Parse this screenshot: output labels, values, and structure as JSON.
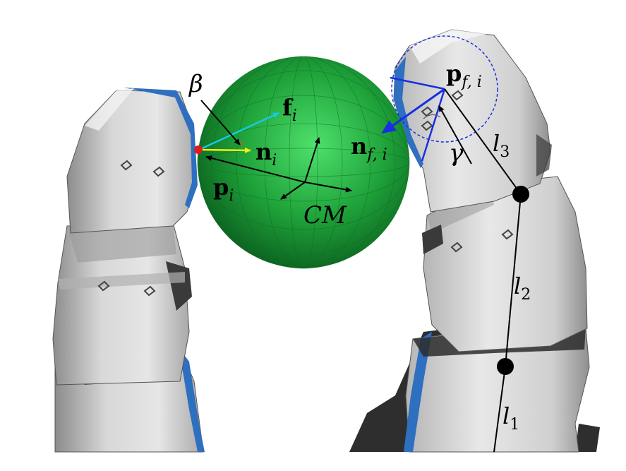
{
  "figure": {
    "colors": {
      "sphere": "#1fa33a",
      "sphere_highlight": "#5fe07a",
      "sphere_shadow": "#0b5f1e",
      "finger_fill": "#c9c9c9",
      "finger_light": "#ededed",
      "finger_dark": "#7a7a7a",
      "finger_blue": "#2e6fc0",
      "contact_point": "#e01b1b",
      "force_arrow": "#17c9e6",
      "normal_arrow": "#f2ee10",
      "cone_lines": "#1a2fe0",
      "link_lines": "#000000",
      "joint_dots": "#000000"
    },
    "icons": [
      "sphere-object",
      "left-robot-finger",
      "right-robot-finger",
      "friction-cone-circle"
    ],
    "labels": {
      "beta": "β",
      "force": "f",
      "force_sub": "i",
      "normal": "n",
      "normal_sub": "i",
      "position": "p",
      "position_sub": "i",
      "center_of_mass": "CM",
      "finger_position": "p",
      "finger_position_sub": "f, i",
      "finger_normal": "n",
      "finger_normal_sub": "f, i",
      "gamma": "γ",
      "link_3": "l",
      "link_3_sub": "3",
      "link_2": "l",
      "link_2_sub": "2",
      "link_1": "l",
      "link_1_sub": "1"
    }
  }
}
